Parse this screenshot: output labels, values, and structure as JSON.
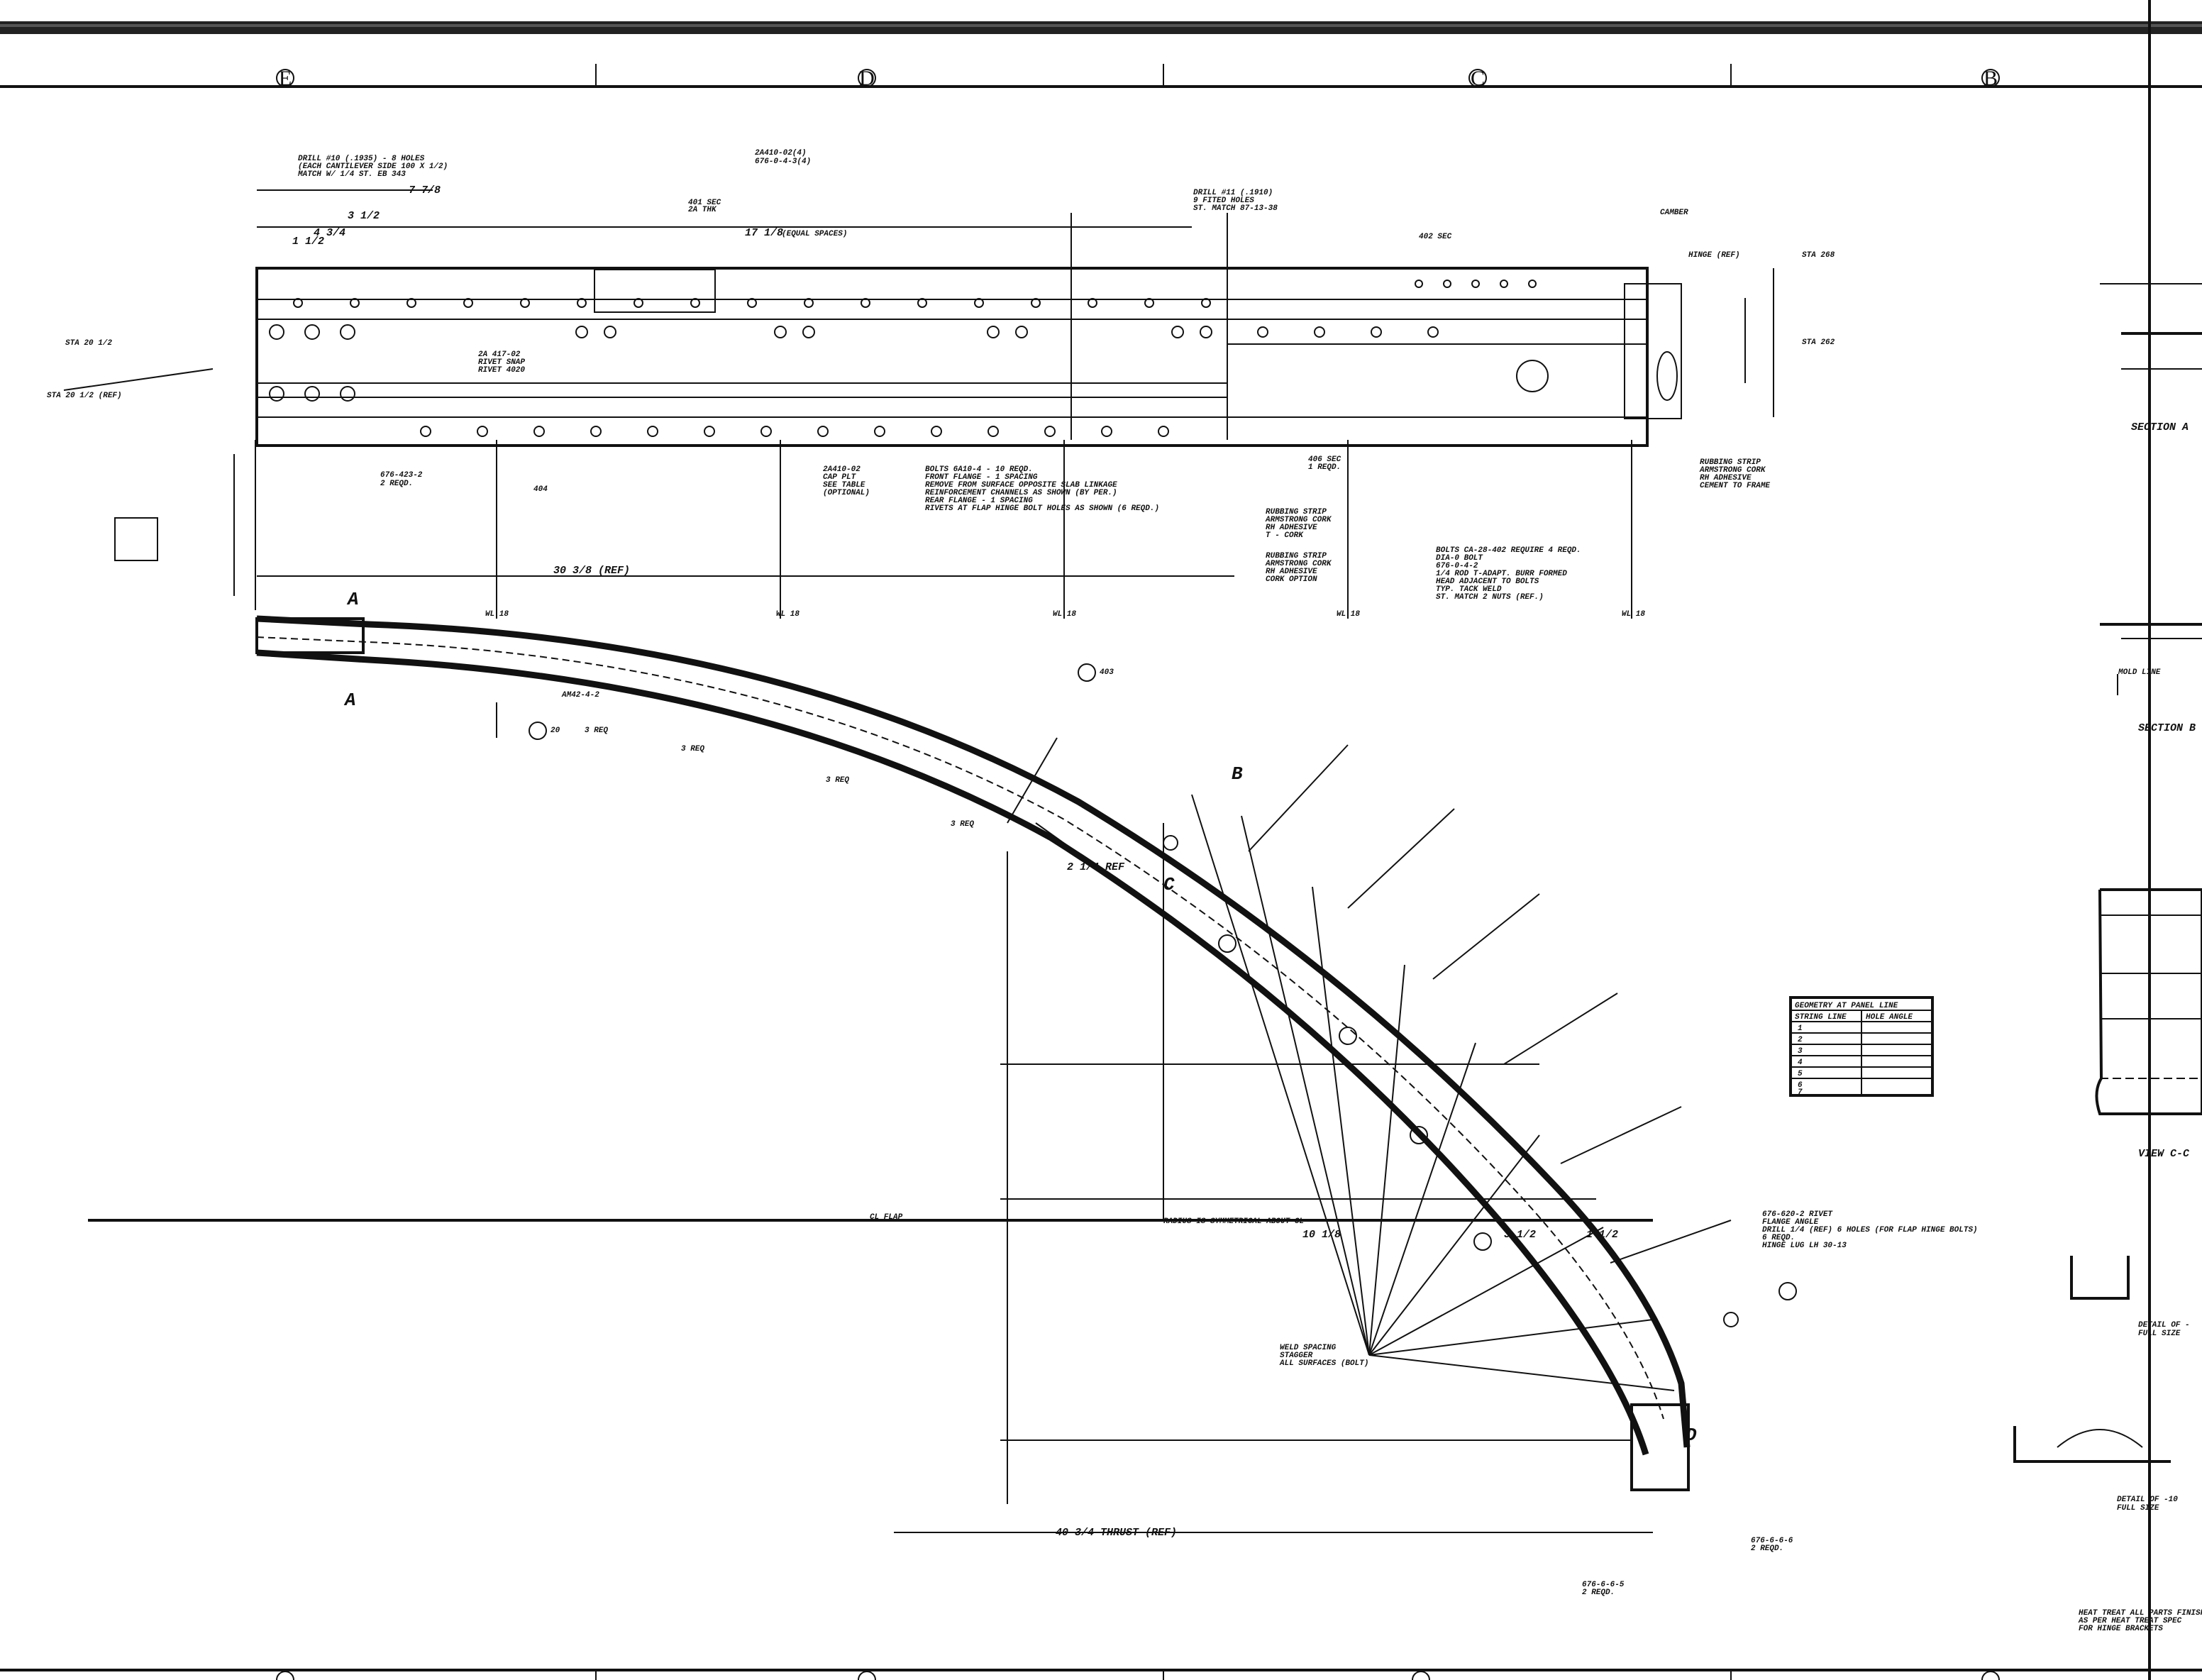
{
  "zones_top": [
    "E",
    "D",
    "C",
    "B"
  ],
  "section_marks": {
    "A": "A",
    "B": "B",
    "C": "C",
    "D": "D"
  },
  "top_notes": {
    "drill_note": [
      "DRILL #10 (.1935) - 8 HOLES",
      "(EACH CANTILEVER SIDE 100 X 1/2)",
      "MATCH W/ 1/4 ST. EB 343"
    ],
    "part_a": [
      "2A410-02(4)",
      "676-0-4-3(4)"
    ],
    "part_b": [
      "401 SEC",
      "2A THK"
    ],
    "drill_note2": [
      "DRILL #11 (.1910)",
      "9 FITED HOLES",
      "ST. MATCH 87-13-38"
    ],
    "part_c": "402 SEC",
    "part_d": "CAMBER",
    "hinge_note": "HINGE (REF)",
    "sta_top": "STA 268",
    "sta_mid": "STA 262",
    "sta_left_a": "STA 20 1/2",
    "sta_left_b": "STA 20 1/2 (REF)",
    "spacing": "(EQUAL SPACES)",
    "part_e": [
      "2A 417-02",
      "RIVET SNAP",
      "RIVET 4020"
    ],
    "part_f": [
      "676-423-2",
      "2 REQD."
    ],
    "part_g": "404",
    "part_h": [
      "2A410-02",
      "CAP PLT",
      "SEE TABLE",
      "(OPTIONAL)"
    ],
    "bolt_note": [
      "BOLTS 6A10-4 - 10 REQD.",
      "FRONT FLANGE - 1 SPACING",
      "REMOVE FROM SURFACE OPPOSITE SLAB LINKAGE",
      "REINFORCEMENT CHANNELS AS SHOWN (BY PER.)",
      "REAR FLANGE - 1 SPACING",
      "RIVETS AT FLAP HINGE BOLT HOLES AS SHOWN (6 REQD.)"
    ],
    "part_i": [
      "406 SEC",
      "1 REQD."
    ],
    "rubbing_a": [
      "RUBBING STRIP",
      "ARMSTRONG CORK",
      "RH ADHESIVE",
      "T - CORK"
    ],
    "rubbing_b": [
      "RUBBING STRIP",
      "ARMSTRONG CORK",
      "RH ADHESIVE",
      "CORK OPTION"
    ],
    "rubbing_c": [
      "RUBBING STRIP",
      "ARMSTRONG CORK",
      "RH ADHESIVE",
      "CEMENT TO FRAME"
    ],
    "bolt_note2": [
      "BOLTS CA-28-402 REQUIRE 4 REQD.",
      "DIA-0 BOLT",
      "676-0-4-2",
      "1/4 ROD T-ADAPT. BURR FORMED",
      "HEAD ADJACENT TO BOLTS",
      "TYP. TACK WELD",
      "ST. MATCH 2 NUTS (REF.)"
    ],
    "ref_a": "WL 18",
    "ref_b": "WL 18",
    "ref_c": "WL 18",
    "ref_d": "WL 18",
    "ref_e": "WL 18",
    "dim_30": "30 3/8 (REF)",
    "dim_7": "7 7/8",
    "dim_17": "17 1/8",
    "dim_4": "4 3/4",
    "dim_3": "3 1/2",
    "dim_1": "1 1/2"
  },
  "arc_notes": {
    "part_am": "AM42-4-2",
    "part_20": [
      "20",
      "3 REQ"
    ],
    "part_30": "3 REQ",
    "part_40": "3 REQ",
    "part_50": "3 REQ",
    "dim_25": "2 1/4 REF",
    "part_403": "403",
    "weld_note": [
      "WELD SPACING",
      "STAGGER",
      "ALL SURFACES (BOLT)"
    ],
    "part_flap": [
      "676-620-2 RIVET",
      "FLANGE ANGLE",
      "DRILL 1/4 (REF) 6 HOLES (FOR FLAP HINGE BOLTS)",
      "6 REQD.",
      "HINGE LUG LH 30-13"
    ],
    "part_bottom_a": [
      "676-6-6-6",
      "2 REQD."
    ],
    "part_bottom_b": [
      "676-6-6-5",
      "2 REQD."
    ],
    "symmetric_note": "RADIUS IS SYMMETRICAL ABOUT CL",
    "dim_10": "10 1/8",
    "dim_40": "40 3/4 THRUST (REF)",
    "dim_35": "3 1/2",
    "dim_15": "1 1/2",
    "cl_label": "CL FLAP"
  },
  "table": {
    "title": "GEOMETRY AT PANEL LINE",
    "headers": [
      "STRING LINE",
      "HOLE ANGLE"
    ],
    "rows": [
      [
        "1",
        ""
      ],
      [
        "2",
        ""
      ],
      [
        "3",
        ""
      ],
      [
        "4",
        ""
      ],
      [
        "5",
        ""
      ],
      [
        "6",
        ""
      ],
      [
        "7",
        ""
      ]
    ]
  },
  "right_column": {
    "section_a": "SECTION A",
    "section_b": "SECTION B",
    "view_c": "VIEW C-C",
    "detail_a": [
      "DETAIL OF -",
      "FULL SIZE"
    ],
    "detail_b": [
      "DETAIL OF -10",
      "FULL SIZE"
    ],
    "heat_note": [
      "HEAT TREAT ALL PARTS FINISH",
      "AS PER HEAT TREAT SPEC",
      "FOR HINGE BRACKETS"
    ],
    "mold_line": "MOLD LINE"
  }
}
